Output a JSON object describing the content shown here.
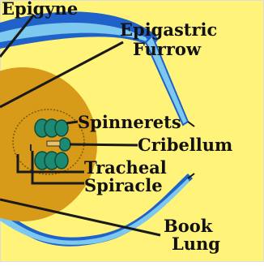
{
  "labels": {
    "epigyne": "Epigyne",
    "epigastric_line1": "Epigastric",
    "epigastric_line2": "Furrow",
    "spinnerets": "Spinnerets",
    "cribellum": "Cribellum",
    "tracheal": "Tracheal",
    "spiracle": "Spiracle",
    "book": "Book",
    "lung": "Lung"
  },
  "colors": {
    "background": "#fff37a",
    "abdomen": "#d79a19",
    "abdomen_outline": "#a06a10",
    "leg_dark": "#1f62c9",
    "leg_light": "#7cc8ee",
    "spinneret": "#1c8a72",
    "label_text": "#111111",
    "leader_line": "#1a1a1a"
  }
}
